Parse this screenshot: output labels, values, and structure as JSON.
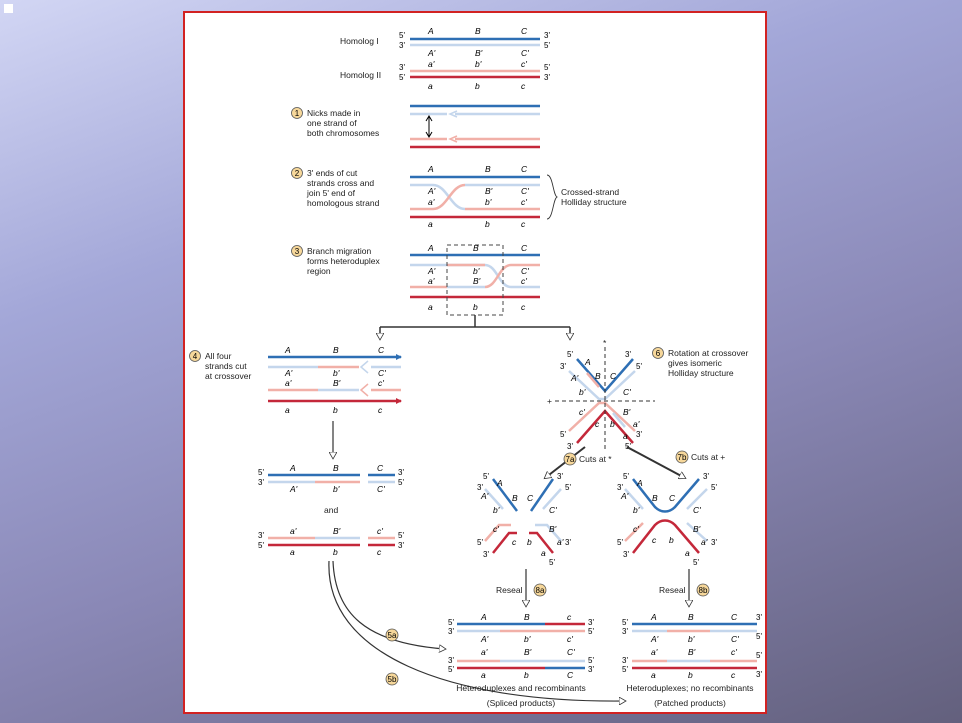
{
  "diagram": {
    "homolog_1": "Homolog I",
    "homolog_2": "Homolog II",
    "ends": {
      "five": "5'",
      "three": "3'"
    },
    "loci_top": [
      "A",
      "B",
      "C"
    ],
    "loci_top_prime": [
      "A'",
      "B'",
      "C'"
    ],
    "loci_bottom_prime": [
      "a'",
      "b'",
      "c'"
    ],
    "loci_bottom": [
      "a",
      "b",
      "c"
    ],
    "step1": {
      "num": "1",
      "lines": [
        "Nicks made in",
        "one strand of",
        "both chromosomes"
      ]
    },
    "step2": {
      "num": "2",
      "lines": [
        "3' ends of cut",
        "strands cross and",
        "join 5' end of",
        "homologous strand"
      ]
    },
    "crossed_label": [
      "Crossed-strand",
      "Holliday structure"
    ],
    "step3": {
      "num": "3",
      "lines": [
        "Branch migration",
        "forms heteroduplex",
        "region"
      ]
    },
    "step4": {
      "num": "4",
      "lines": [
        "All four",
        "strands cut",
        "at crossover"
      ]
    },
    "step6": {
      "num": "6",
      "lines": [
        "Rotation at crossover",
        "gives isomeric",
        "Holliday structure"
      ]
    },
    "step7a": {
      "num": "7a",
      "label": "Cuts at *"
    },
    "step7b": {
      "num": "7b",
      "label": "Cuts at +"
    },
    "step8a": {
      "num": "8a",
      "label": "Reseal"
    },
    "step8b": {
      "num": "8b",
      "label": "Reseal"
    },
    "step5a": {
      "num": "5a"
    },
    "step5b": {
      "num": "5b"
    },
    "and_label": "and",
    "star": "*",
    "plus": "+",
    "result_left": {
      "title": "Heteroduplexes and recombinants",
      "sub": "(Spliced products)"
    },
    "result_right": {
      "title": "Heteroduplexes; no recombinants",
      "sub": "(Patched products)"
    }
  },
  "colors": {
    "blue": "#2e6fb4",
    "light_blue": "#c4d6ec",
    "red": "#c4283a",
    "pink": "#f1b0a8",
    "frame": "#d22222"
  }
}
